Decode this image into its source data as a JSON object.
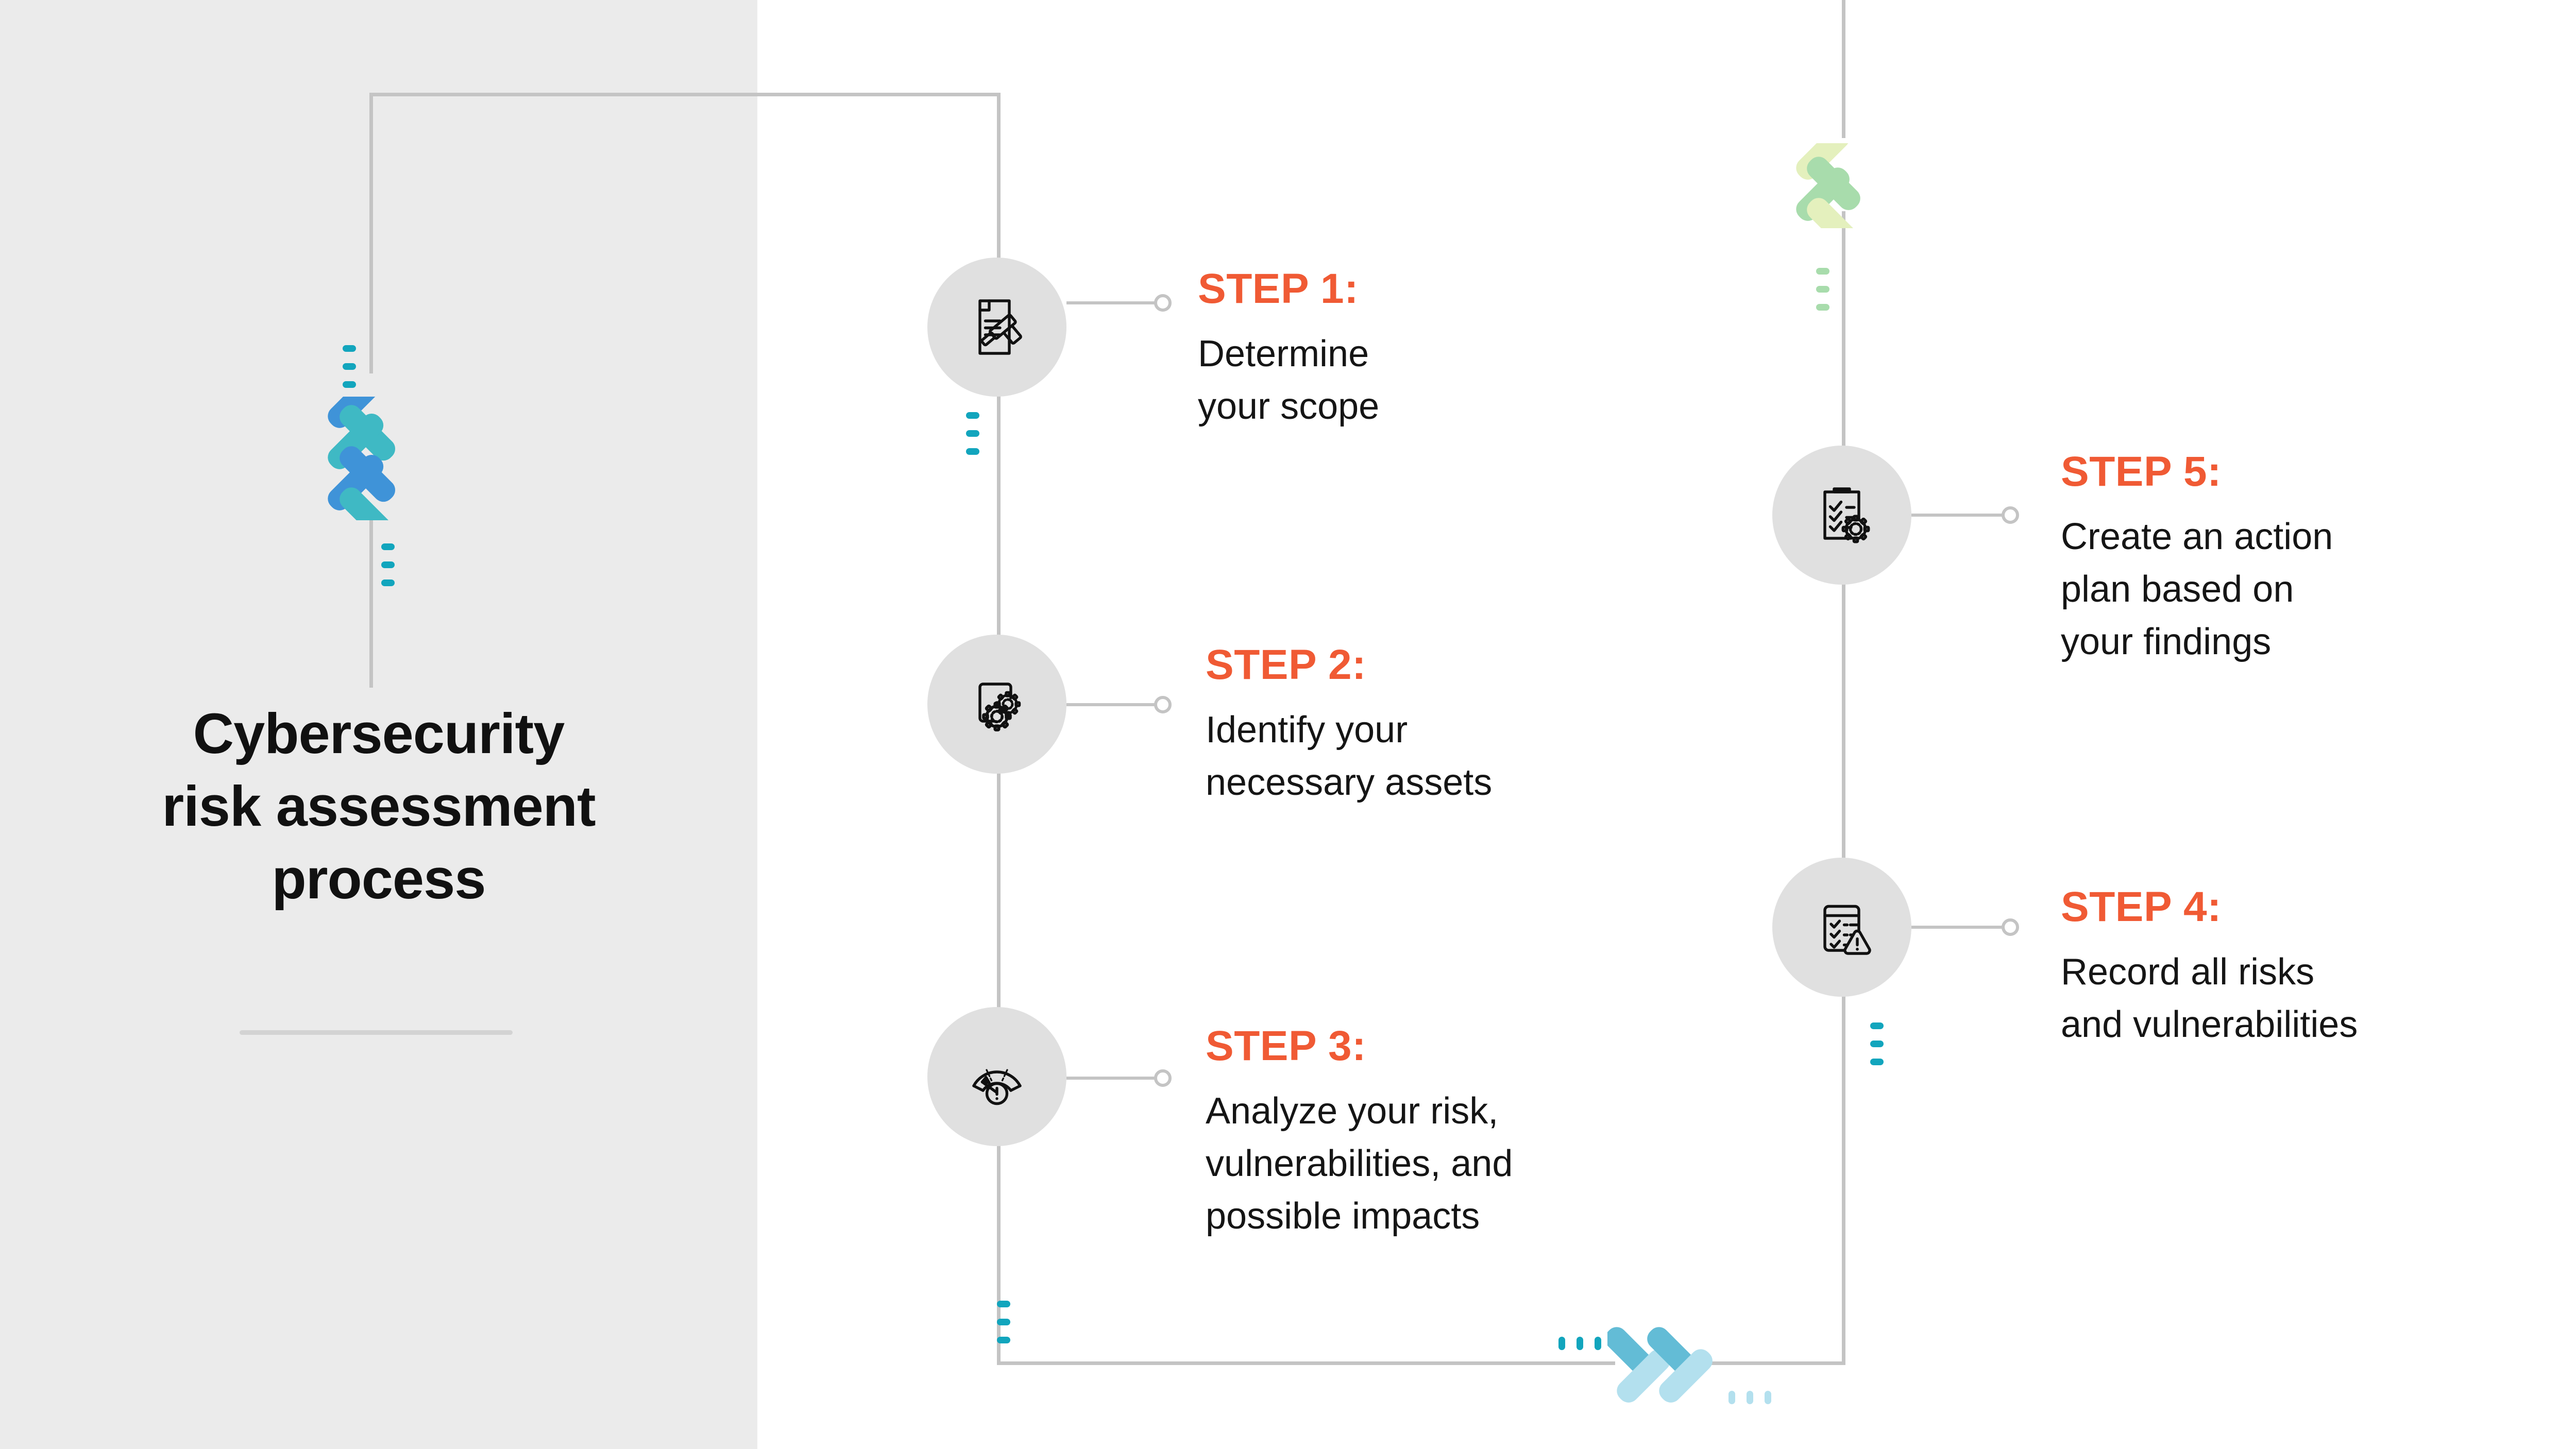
{
  "title": {
    "line1": "Cybersecurity",
    "line2": "risk assessment",
    "line3": "process"
  },
  "colors": {
    "panel_bg": "#ebebeb",
    "canvas_bg": "#ffffff",
    "accent_orange": "#f05a34",
    "body_text": "#151515",
    "line_gray": "#c4c4c4",
    "node_circle": "#e0e0e0",
    "chevron_teal": "#3fb9c4",
    "chevron_blue": "#3f93d8",
    "chevron_green_light": "#e4f0bd",
    "chevron_green_mid": "#a8dcac",
    "chevron_cyan_dark": "#12a5bd",
    "chevron_cyan_light": "#b3e0ee",
    "chevron_cyan_mid": "#63bcd6"
  },
  "steps": [
    {
      "label": "STEP 1:",
      "desc_lines": [
        "Determine",
        "your scope"
      ],
      "icon": "document-gavel-icon"
    },
    {
      "label": "STEP 2:",
      "desc_lines": [
        "Identify your",
        "necessary assets"
      ],
      "icon": "window-gears-icon"
    },
    {
      "label": "STEP 3:",
      "desc_lines": [
        "Analyze your risk,",
        "vulnerabilities, and",
        "possible impacts"
      ],
      "icon": "gauge-alert-icon"
    },
    {
      "label": "STEP 4:",
      "desc_lines": [
        "Record all risks",
        "and vulnerabilities"
      ],
      "icon": "checklist-warning-icon"
    },
    {
      "label": "STEP 5:",
      "desc_lines": [
        "Create an action",
        "plan based on",
        "your findings"
      ],
      "icon": "clipboard-gear-icon"
    }
  ],
  "decorations": {
    "left_chevron": "triple-chevron-up-blue",
    "top_right_chevron": "double-chevron-up-green",
    "bottom_chevron": "double-chevron-right-cyan"
  }
}
